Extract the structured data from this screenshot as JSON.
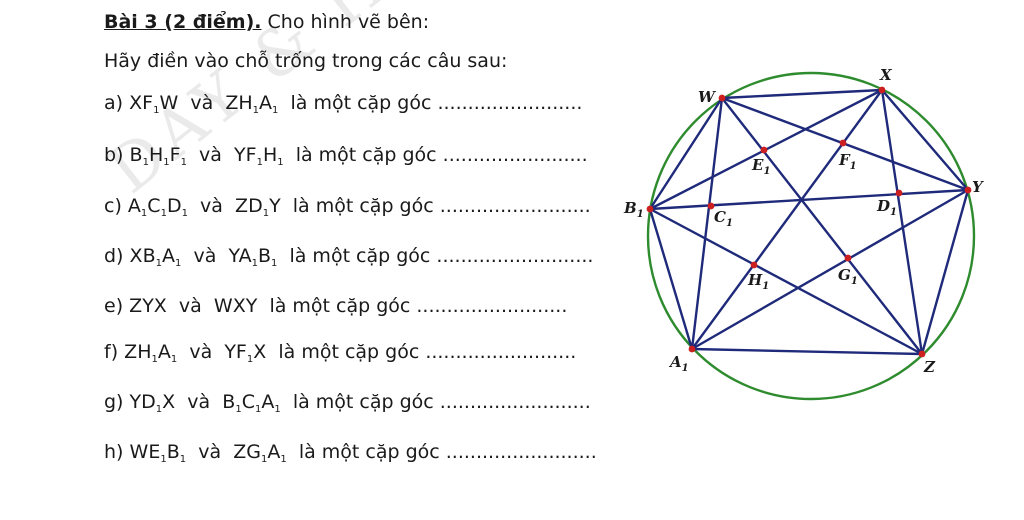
{
  "watermark": "DAY & HOC",
  "title": {
    "bold": "Bài 3 (2 điểm).",
    "rest": " Cho hình vẽ bên:"
  },
  "intro": "Hãy điền vào chỗ trống trong các câu sau:",
  "questions": [
    {
      "label": "a)",
      "p1": "XF1W",
      "join": "và",
      "p2": "ZH1A1",
      "text": "là một cặp góc",
      "dots": "........................"
    },
    {
      "label": "b)",
      "p1": "B1H1F1",
      "join": "và",
      "p2": "YF1H1",
      "text": "là một cặp góc",
      "dots": "........................"
    },
    {
      "label": "c)",
      "p1": "A1C1D1",
      "join": "và",
      "p2": "ZD1Y",
      "text": "là một cặp góc",
      "dots": "........................."
    },
    {
      "label": "d)",
      "p1": "XB1A1",
      "join": "và",
      "p2": "YA1B1",
      "text": "là một cặp góc",
      "dots": ".........................."
    },
    {
      "label": "e)",
      "p1": "ZYX",
      "join": "và",
      "p2": "WXY",
      "text": "là một cặp góc",
      "dots": "........................."
    },
    {
      "label": "f)",
      "p1": "ZH1A1",
      "join": "và",
      "p2": "YF1X",
      "text": "là một cặp góc",
      "dots": "........................."
    },
    {
      "label": "g)",
      "p1": "YD1X",
      "join": "và",
      "p2": "B1C1A1",
      "text": "là một cặp góc",
      "dots": "........................."
    },
    {
      "label": "h)",
      "p1": "WE1B1",
      "join": "và",
      "p2": "ZG1A1",
      "text": "là một cặp góc",
      "dots": "........................."
    }
  ],
  "figure": {
    "circle_color": "#2e8b2e",
    "line_color": "#1f2a7a",
    "dot_color": "#cc1f1f",
    "points": [
      {
        "name": "W",
        "base": "W",
        "sub": ""
      },
      {
        "name": "X",
        "base": "X",
        "sub": ""
      },
      {
        "name": "Y",
        "base": "Y",
        "sub": ""
      },
      {
        "name": "Z",
        "base": "Z",
        "sub": ""
      },
      {
        "name": "A1",
        "base": "A",
        "sub": "1"
      },
      {
        "name": "B1",
        "base": "B",
        "sub": "1"
      },
      {
        "name": "C1",
        "base": "C",
        "sub": "1"
      },
      {
        "name": "D1",
        "base": "D",
        "sub": "1"
      },
      {
        "name": "E1",
        "base": "E",
        "sub": "1"
      },
      {
        "name": "F1",
        "base": "F",
        "sub": "1"
      },
      {
        "name": "G1",
        "base": "G",
        "sub": "1"
      },
      {
        "name": "H1",
        "base": "H",
        "sub": "1"
      }
    ]
  }
}
